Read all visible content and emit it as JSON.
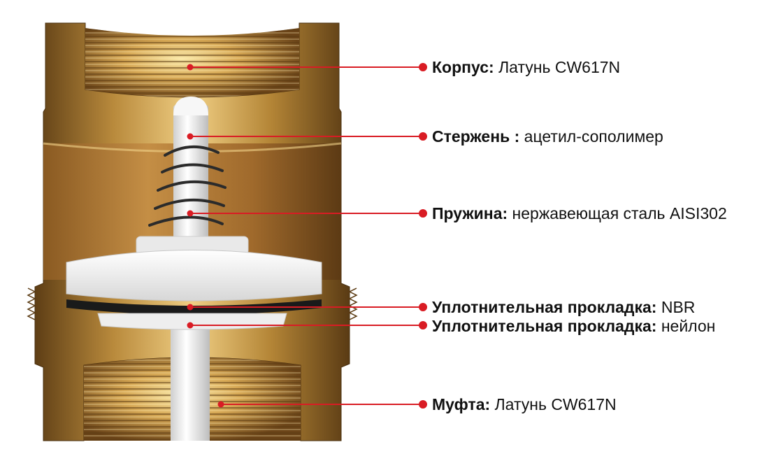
{
  "colors": {
    "leader_line": "#d91c24",
    "brass_light": "#f2d38a",
    "brass_mid": "#c4933f",
    "brass_dark": "#6e4a1c",
    "plastic": "#f4f4f4",
    "gasket": "#1a1a1a"
  },
  "callouts": [
    {
      "label": "Корпус:",
      "value": " Латунь CW617N"
    },
    {
      "label": "Стержень :",
      "value": " ацетил-сополимер"
    },
    {
      "label": "Пружина:",
      "value": " нержавеющая сталь AISI302"
    },
    {
      "label": "Уплотнительная прокладка:",
      "value": " NBR"
    },
    {
      "label": "Уплотнительная прокладка:",
      "value": " нейлон"
    },
    {
      "label": "Муфта:",
      "value": " Латунь CW617N"
    }
  ]
}
